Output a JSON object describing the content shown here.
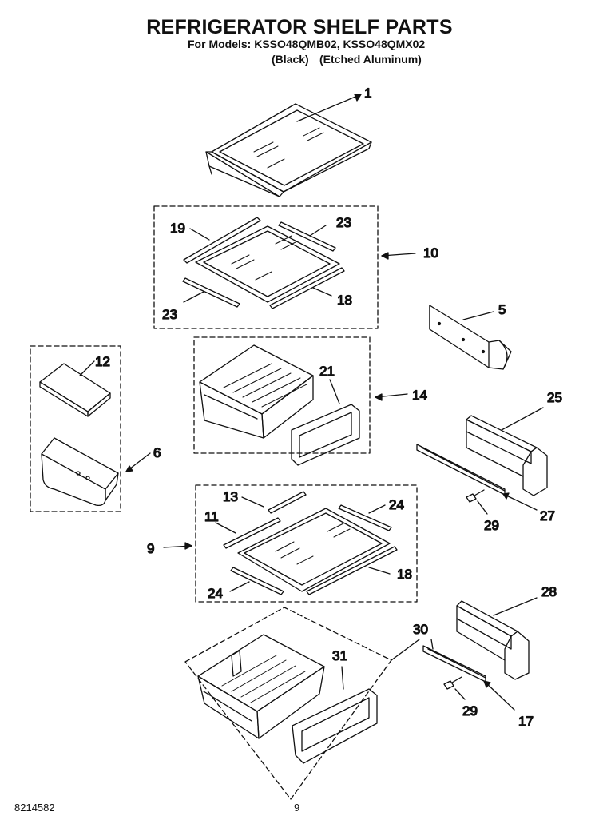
{
  "title": "REFRIGERATOR SHELF PARTS",
  "models_line": "For Models: KSSO48QMB02, KSSO48QMX02",
  "variant_black": "(Black)",
  "variant_aluminum": "(Etched Aluminum)",
  "doc_number": "8214582",
  "page_number": "9",
  "callouts": {
    "c1": "1",
    "c19": "19",
    "c23a": "23",
    "c10": "10",
    "c23b": "23",
    "c18a": "18",
    "c5": "5",
    "c12": "12",
    "c21": "21",
    "c14": "14",
    "c25": "25",
    "c6": "6",
    "c27": "27",
    "c29a": "29",
    "c13": "13",
    "c24a": "24",
    "c11": "11",
    "c9": "9",
    "c18b": "18",
    "c24b": "24",
    "c28": "28",
    "c30": "30",
    "c31": "31",
    "c29b": "29",
    "c17": "17"
  }
}
